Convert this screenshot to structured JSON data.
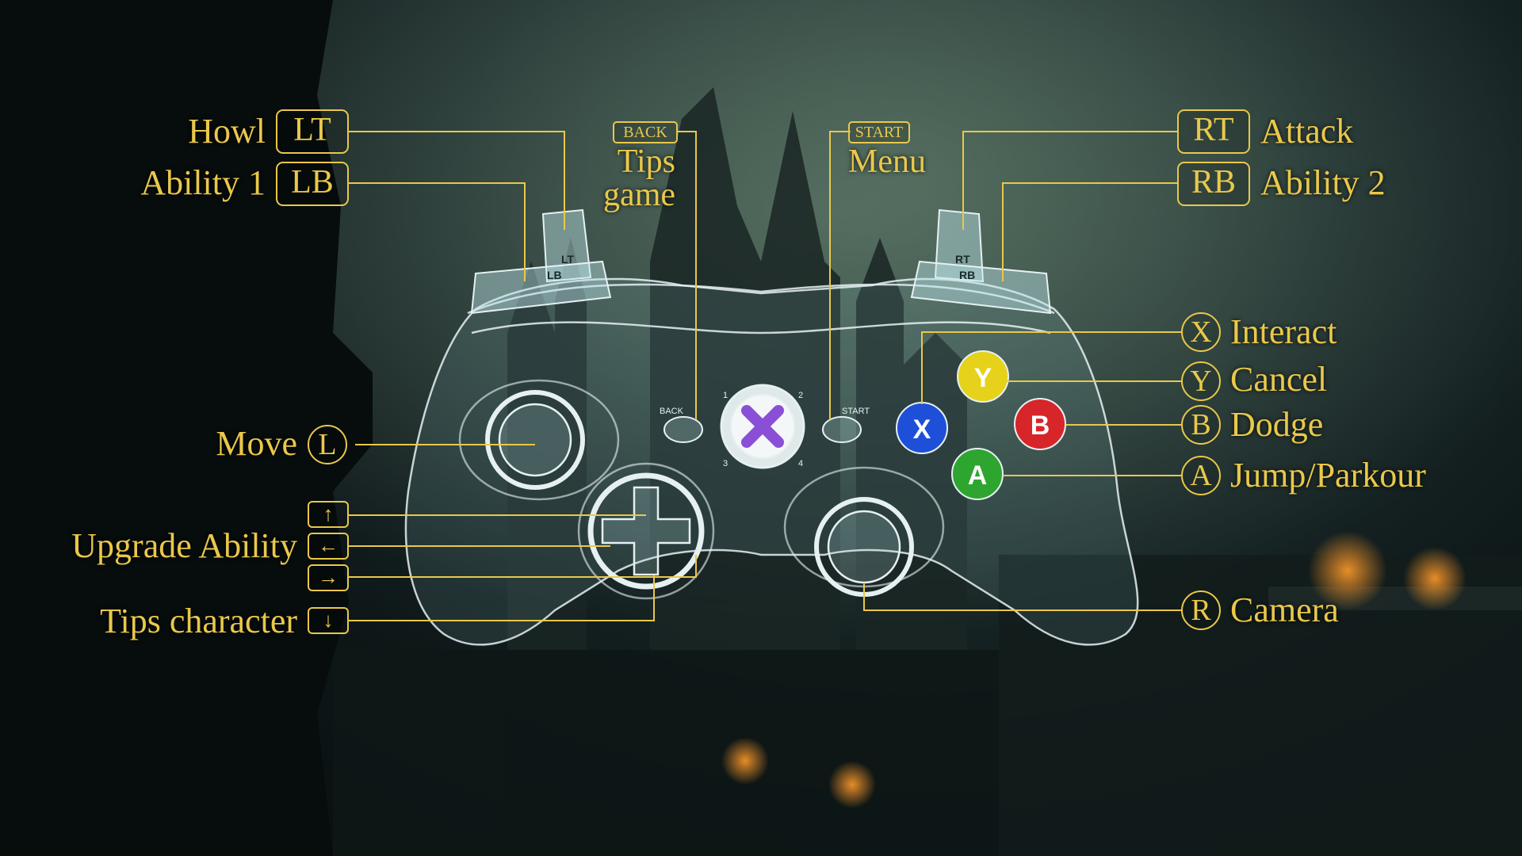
{
  "left_bindings": {
    "lt": {
      "label": "Howl",
      "key": "LT"
    },
    "lb": {
      "label": "Ability 1",
      "key": "LB"
    },
    "move": {
      "label": "Move",
      "key": "L"
    },
    "upgrade": {
      "label": "Upgrade Ability",
      "keys": [
        "↑",
        "←",
        "→"
      ]
    },
    "tips_character": {
      "label": "Tips character",
      "key": "↓"
    }
  },
  "center_bindings": {
    "back": {
      "key": "BACK",
      "label_line1": "Tips",
      "label_line2": "game"
    },
    "start": {
      "key": "START",
      "label": "Menu"
    }
  },
  "right_bindings": {
    "rt": {
      "key": "RT",
      "label": "Attack"
    },
    "rb": {
      "key": "RB",
      "label": "Ability 2"
    },
    "x": {
      "key": "X",
      "label": "Interact"
    },
    "y": {
      "key": "Y",
      "label": "Cancel"
    },
    "b": {
      "key": "B",
      "label": "Dodge"
    },
    "a": {
      "key": "A",
      "label": "Jump/Parkour"
    },
    "r": {
      "key": "R",
      "label": "Camera"
    }
  },
  "controller": {
    "trigger_labels": {
      "lt": "LT",
      "lb": "LB",
      "rt": "RT",
      "rb": "RB"
    },
    "face_buttons": {
      "x": "X",
      "y": "Y",
      "b": "B",
      "a": "A"
    },
    "small_text": {
      "back": "BACK",
      "start": "START",
      "p1": "1",
      "p2": "2",
      "p3": "3",
      "p4": "4"
    },
    "colors": {
      "x": "#1e4fd8",
      "y": "#e6d21a",
      "b": "#d6262a",
      "a": "#2ea52e",
      "guide": "#8a4fd6",
      "accent": "#e9c84a"
    }
  }
}
